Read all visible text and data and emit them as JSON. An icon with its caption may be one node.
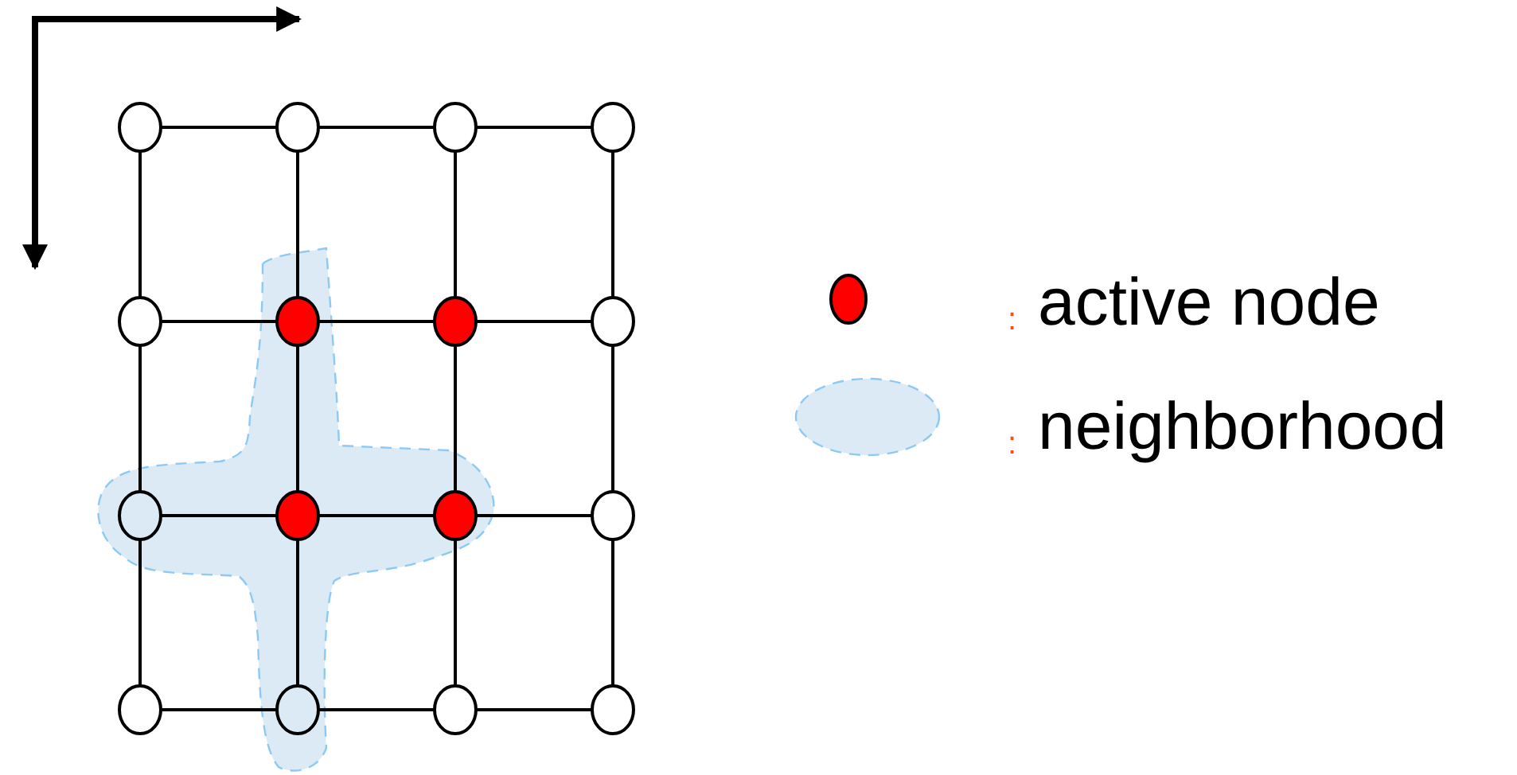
{
  "diagram": {
    "nodes": [
      {
        "text": [],
        "shape": "circle"
      },
      {
        "text": [],
        "shape": "circle"
      },
      {
        "text": [],
        "shape": "circle"
      },
      {
        "text": [],
        "shape": "circle"
      },
      {
        "text": [],
        "shape": "circle"
      },
      {
        "text": [],
        "shape": "circle"
      },
      {
        "text": [],
        "shape": "circle"
      },
      {
        "text": [],
        "shape": "circle"
      },
      {
        "text": [],
        "shape": "circle"
      },
      {
        "text": [],
        "shape": "circle"
      },
      {
        "text": [],
        "shape": "circle"
      },
      {
        "text": [],
        "shape": "circle"
      },
      {
        "text": [],
        "shape": "circle"
      },
      {
        "text": [],
        "shape": "circle"
      },
      {
        "text": [],
        "shape": "circle"
      },
      {
        "text": [],
        "shape": "circle"
      }
    ],
    "edges": [
      {
        "from": 0,
        "to": 1,
        "arrow": "none"
      },
      {
        "from": 1,
        "to": 2,
        "arrow": "none"
      },
      {
        "from": 2,
        "to": 3,
        "arrow": "none"
      },
      {
        "from": 0,
        "to": 4,
        "arrow": "none"
      },
      {
        "from": 1,
        "to": 5,
        "arrow": "none"
      },
      {
        "from": 2,
        "to": 6,
        "arrow": "none"
      },
      {
        "from": 3,
        "to": 7,
        "arrow": "none"
      },
      {
        "from": 4,
        "to": 5,
        "arrow": "none"
      },
      {
        "from": 5,
        "to": 6,
        "arrow": "none"
      },
      {
        "from": 6,
        "to": 7,
        "arrow": "none"
      },
      {
        "from": 4,
        "to": 8,
        "arrow": "none"
      },
      {
        "from": 5,
        "to": 9,
        "arrow": "none"
      },
      {
        "from": 6,
        "to": 10,
        "arrow": "none"
      },
      {
        "from": 7,
        "to": 11,
        "arrow": "none"
      },
      {
        "from": 8,
        "to": 9,
        "arrow": "none"
      },
      {
        "from": 9,
        "to": 10,
        "arrow": "none"
      },
      {
        "from": 10,
        "to": 11,
        "arrow": "none"
      },
      {
        "from": 8,
        "to": 12,
        "arrow": "none"
      },
      {
        "from": 9,
        "to": 13,
        "arrow": "none"
      },
      {
        "from": 10,
        "to": 14,
        "arrow": "none"
      },
      {
        "from": 11,
        "to": 15,
        "arrow": "none"
      },
      {
        "from": 12,
        "to": 13,
        "arrow": "none"
      },
      {
        "from": 13,
        "to": 14,
        "arrow": "none"
      },
      {
        "from": 14,
        "to": 15,
        "arrow": "none"
      }
    ],
    "labels": [
      ":",
      ":"
    ],
    "legend": [
      {
        "text": "active node",
        "color": "#ff0000"
      },
      {
        "text": "neighborhood",
        "color": "#dbeaf4"
      }
    ]
  }
}
